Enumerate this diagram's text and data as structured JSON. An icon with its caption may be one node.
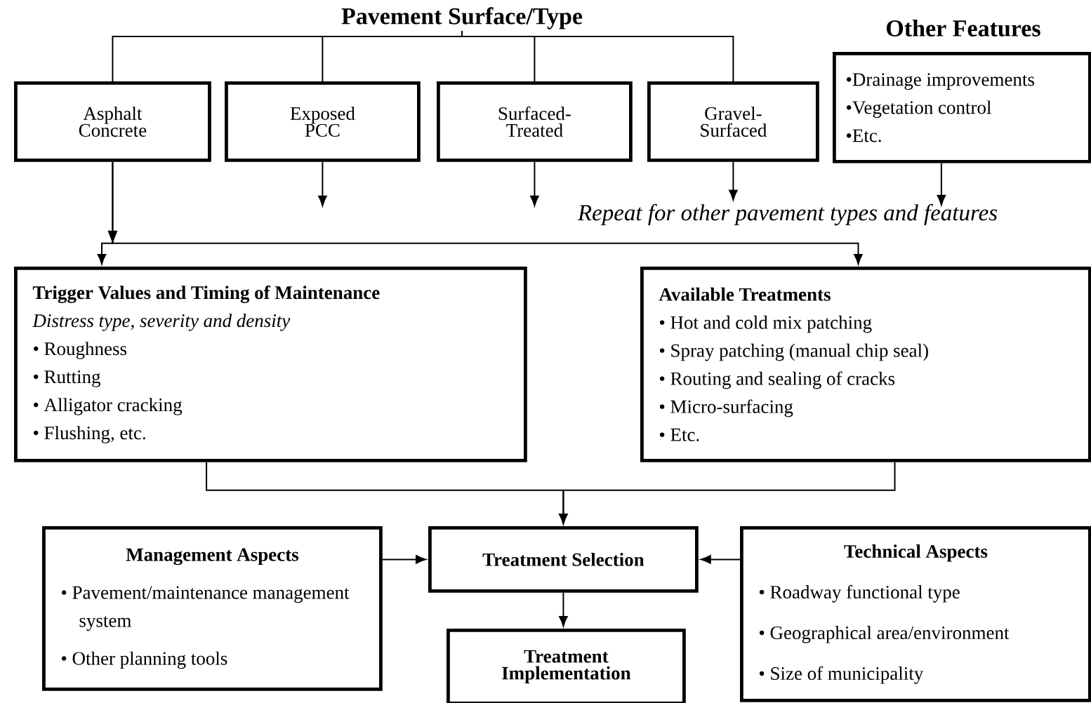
{
  "diagram": {
    "nodes": [
      {
        "text": [
          "Pavement Surface/Type"
        ]
      },
      {
        "text": [
          "Asphalt Concrete"
        ]
      },
      {
        "text": [
          "Exposed PCC"
        ]
      },
      {
        "text": [
          "Surfaced-Treated"
        ]
      },
      {
        "text": [
          "Gravel-Surfaced"
        ]
      },
      {
        "text": [
          "Other Features",
          "•Drainage improvements",
          "•Vegetation control",
          "•Etc."
        ]
      },
      {
        "text": [
          "Trigger Values and Timing of Maintenance",
          "Distress type, severity and density",
          "• Roughness",
          "• Rutting",
          "• Alligator cracking",
          "• Flushing, etc."
        ]
      },
      {
        "text": [
          "Available Treatments",
          "• Hot and cold mix patching",
          "• Spray patching (manual chip seal)",
          "• Routing and sealing of cracks",
          "• Micro-surfacing",
          "• Etc."
        ]
      },
      {
        "text": [
          "Management Aspects",
          "• Pavement/maintenance management system",
          "• Other planning tools"
        ]
      },
      {
        "text": [
          "Treatment Selection"
        ]
      },
      {
        "text": [
          "Technical Aspects",
          "• Roadway functional type",
          "• Geographical area/environment",
          "• Size of municipality"
        ]
      },
      {
        "text": [
          "Treatment Implementation"
        ]
      },
      {
        "text": [
          "Repeat for other pavement types and features"
        ]
      }
    ],
    "edges": [
      {
        "from": 0,
        "to": 1,
        "arrow": "none"
      },
      {
        "from": 0,
        "to": 2,
        "arrow": "none"
      },
      {
        "from": 0,
        "to": 3,
        "arrow": "none"
      },
      {
        "from": 0,
        "to": 4,
        "arrow": "none"
      },
      {
        "from": 1,
        "to": 6,
        "arrow": "to"
      },
      {
        "from": 1,
        "to": 7,
        "arrow": "to"
      },
      {
        "from": 2,
        "to": null,
        "arrow": "to"
      },
      {
        "from": 3,
        "to": null,
        "arrow": "to"
      },
      {
        "from": 4,
        "to": 12,
        "arrow": "to"
      },
      {
        "from": 5,
        "to": 12,
        "arrow": "to"
      },
      {
        "from": 6,
        "to": 9,
        "arrow": "to"
      },
      {
        "from": 7,
        "to": 9,
        "arrow": "to"
      },
      {
        "from": 8,
        "to": 9,
        "arrow": "to"
      },
      {
        "from": 10,
        "to": 9,
        "arrow": "to"
      },
      {
        "from": 9,
        "to": 11,
        "arrow": "to"
      }
    ]
  }
}
